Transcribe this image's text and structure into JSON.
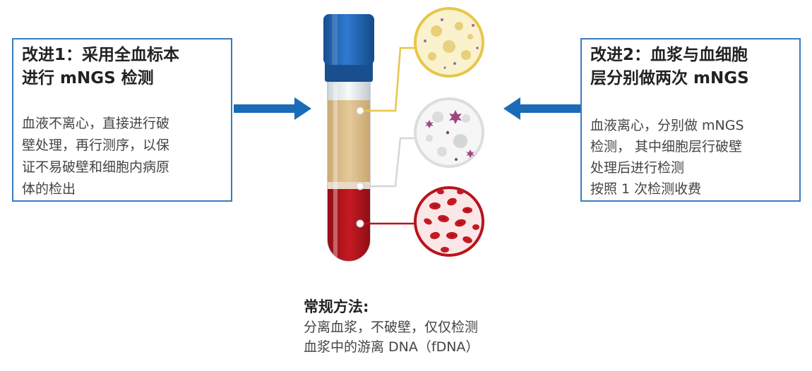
{
  "left_box": {
    "title": "改进1：采用全血标本\n进行 mNGS 检测",
    "body": "血液不离心，直接进行破\n壁处理，再行测序，以保\n证不易破壁和细胞内病原\n体的检出"
  },
  "right_box": {
    "title": "改进2：血浆与血细胞\n层分别做两次 mNGS",
    "body": "血液离心，分别做 mNGS\n检测， 其中细胞层行破壁\n处理后进行检测\n按照 1 次检测收费"
  },
  "normal_method": {
    "title": "常规方法:",
    "body": "分离血浆，不破壁，仅仅检测\n血浆中的游离 DNA（fDNA）"
  },
  "colors": {
    "accent_blue": "#3a7bbf",
    "arrow_blue": "#1a6bb8",
    "cap_blue": "#1f5fa8",
    "plasma": "#d8b987",
    "blood": "#b8141c",
    "yellow_line": "#e8c64a",
    "red_line": "#b8141c"
  },
  "icons": [
    "arrow-right-icon",
    "arrow-left-icon",
    "blood-tube-icon",
    "plasma-magnified-icon",
    "buffy-coat-magnified-icon",
    "red-blood-cells-magnified-icon"
  ]
}
